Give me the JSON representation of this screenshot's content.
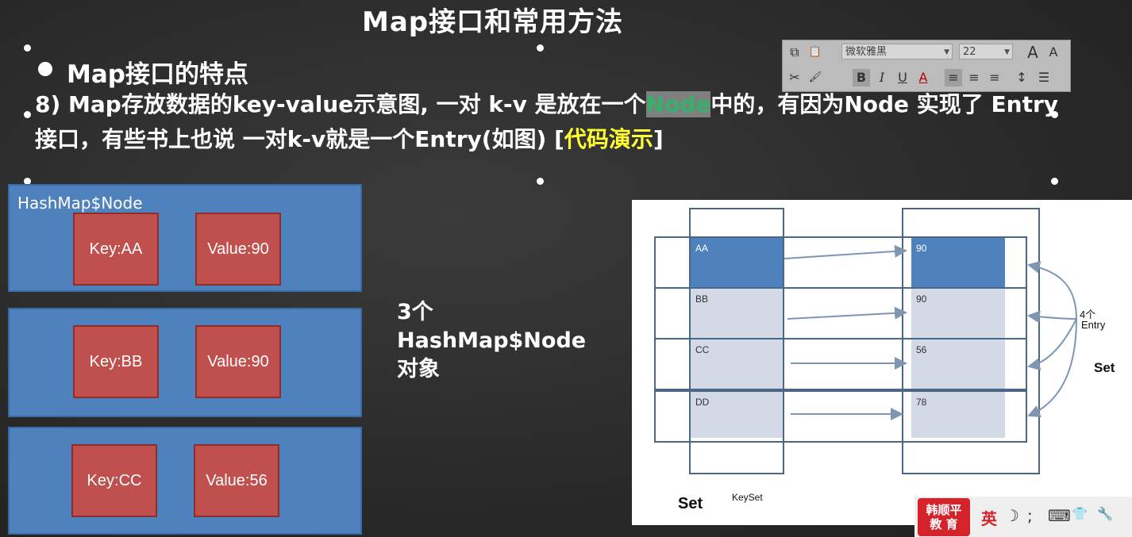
{
  "slide": {
    "title": "Map接口和常用方法",
    "heading": "Map接口的特点",
    "paragraph_part1": "8) Map存放数据的key-value示意图, 一对 k-v 是放在一个",
    "paragraph_selected": "Node",
    "paragraph_part2": "中的，有因为Node 实现了  Entry 接口，有些书上也说 一对k-v就是一个Entry(如图) [",
    "paragraph_highlight": "代码演示",
    "paragraph_end": "]",
    "highlight_color": "#ffff33"
  },
  "toolbar": {
    "font_name": "微软雅黑",
    "font_size": "22",
    "buttons": {
      "copy_format": "⧉",
      "paste": "📋",
      "grow_font": "A",
      "shrink_font": "A",
      "cut": "✂",
      "format_painter": "🖌",
      "bold": "B",
      "italic": "I",
      "underline": "U",
      "font_color": "A",
      "align_left": "≡",
      "align_center": "≡",
      "align_right": "≡",
      "line_spacing": "↕",
      "list": "☰"
    }
  },
  "nodes": {
    "label": "HashMap$Node",
    "items": [
      {
        "key": "Key:AA",
        "value": "Value:90"
      },
      {
        "key": "Key:BB",
        "value": "Value:90"
      },
      {
        "key": "Key:CC",
        "value": "Value:56"
      }
    ]
  },
  "middle": {
    "line1": "3个",
    "line2": "HashMap$Node",
    "line3": "对象"
  },
  "diagram": {
    "keys": [
      "AA",
      "BB",
      "CC",
      "DD"
    ],
    "values": [
      "90",
      "90",
      "56",
      "78"
    ],
    "entry_label_1": "4个",
    "entry_label_2": "Entry",
    "right_set": "Set",
    "bottom_set": "Set",
    "keyset": "KeySet"
  },
  "ime": {
    "logo_line1": "韩顺平",
    "logo_line2": "教  育",
    "lang": "英",
    "moon": "☽",
    "punct": ";",
    "keyboard": "⌨",
    "shirt": "👕",
    "wrench": "🔧"
  }
}
